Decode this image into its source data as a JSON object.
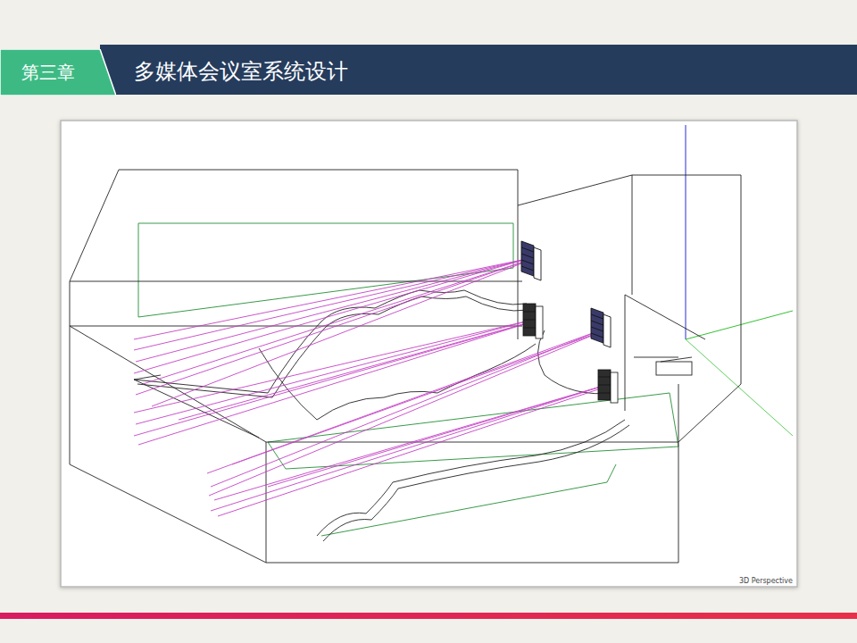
{
  "diagram": {
    "title": "多媒体会议室系统设计",
    "nodes": [
      {
        "text": [
          "第三章"
        ]
      }
    ],
    "labels": [
      "3D Perspective"
    ]
  }
}
